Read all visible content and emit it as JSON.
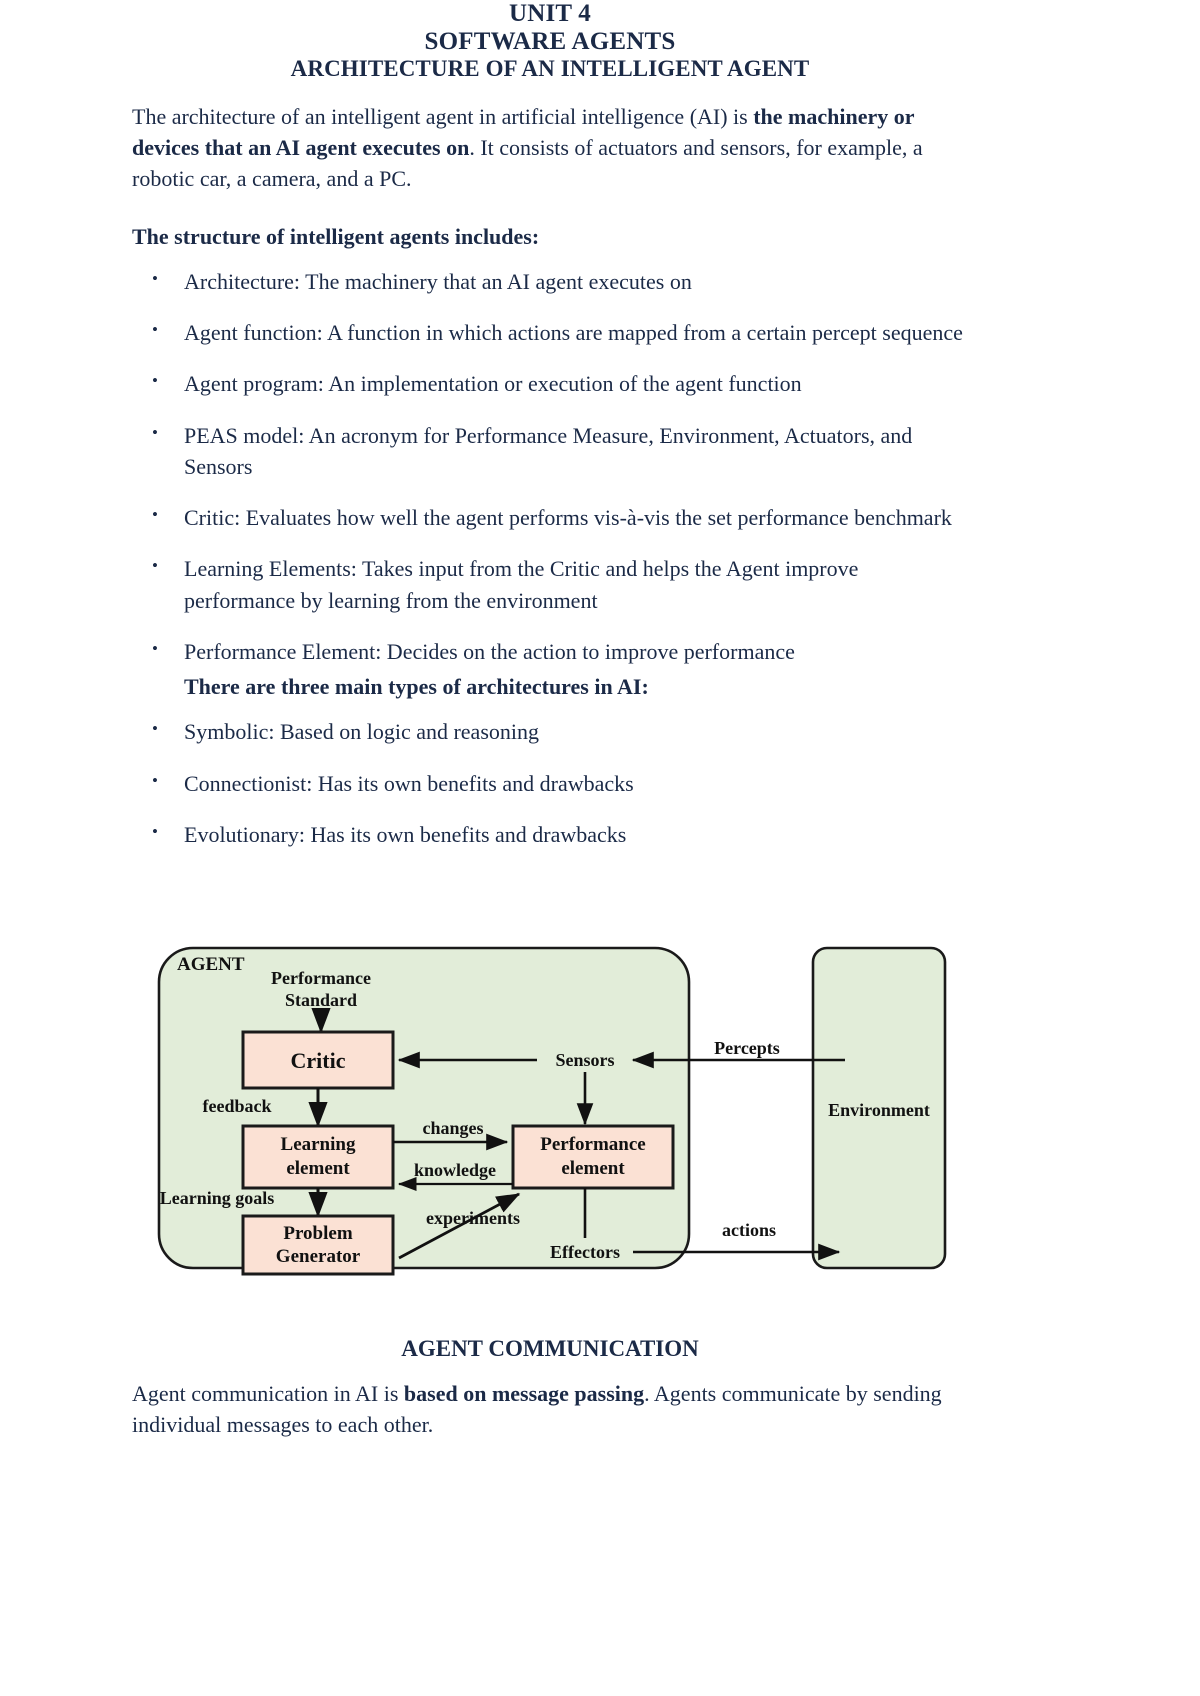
{
  "document": {
    "unit_title": "UNIT 4",
    "subject_title": "SOFTWARE AGENTS",
    "section_heading": "ARCHITECTURE OF AN INTELLIGENT AGENT",
    "intro_part1": "The architecture of an intelligent agent in artificial intelligence (AI) is ",
    "intro_bold": "the machinery or devices that an AI agent executes on",
    "intro_part2": ". It consists of actuators and sensors, for example, a robotic car, a camera, and a PC.",
    "structure_lead": "The structure of intelligent agents includes:",
    "structure_bullets": [
      "Architecture: The machinery that an AI agent executes on",
      "Agent function: A function in which actions are mapped from a certain percept sequence",
      "Agent program: An implementation or execution of the agent function",
      "PEAS model: An acronym for Performance Measure, Environment, Actuators, and Sensors",
      "Critic: Evaluates how well the agent performs vis-à-vis the set performance benchmark",
      "Learning Elements: Takes input from the Critic and helps the Agent improve performance by learning from the environment",
      "Performance Element: Decides on the action to improve performance"
    ],
    "types_lead": "There are three main types of architectures in AI:",
    "types_bullets": [
      "Symbolic: Based on logic and reasoning",
      "Connectionist: Has its own benefits and drawbacks",
      "Evolutionary: Has its own benefits and drawbacks"
    ],
    "bottom_heading": "AGENT COMMUNICATION",
    "bottom_part1": "Agent communication in AI is ",
    "bottom_bold": "based on message passing",
    "bottom_part2": ". Agents communicate by sending individual messages to each other."
  },
  "diagram": {
    "agent_label": "AGENT",
    "environment_label": "Environment",
    "boxes": [
      {
        "id": "critic",
        "label": "Critic"
      },
      {
        "id": "learning-element",
        "label_line1": "Learning",
        "label_line2": "element"
      },
      {
        "id": "performance-element",
        "label_line1": "Performance",
        "label_line2": "element"
      },
      {
        "id": "problem-generator",
        "label_line1": "Problem",
        "label_line2": "Generator"
      }
    ],
    "labels": {
      "performance_standard_line1": "Performance",
      "performance_standard_line2": "Standard",
      "feedback": "feedback",
      "changes": "changes",
      "knowledge": "knowledge",
      "learning_goals": "Learning goals",
      "experiments": "experiments",
      "sensors": "Sensors",
      "effectors": "Effectors",
      "percepts": "Percepts",
      "actions": "actions"
    },
    "colors": {
      "agent_fill": "#E2EDD9",
      "box_fill": "#FBE1D4",
      "stroke": "#1a1a1a",
      "text": "#111111"
    }
  }
}
